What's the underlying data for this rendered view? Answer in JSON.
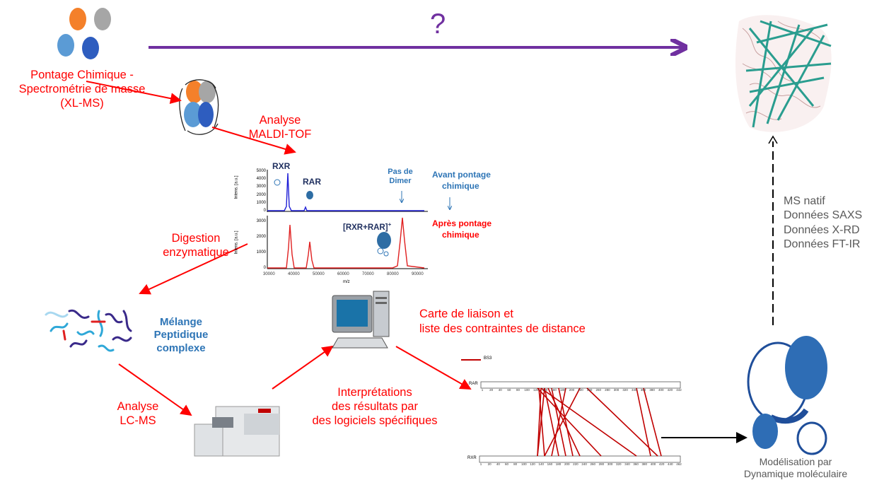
{
  "question_mark": "?",
  "xlms_label": [
    "Pontage Chimique -",
    "Spectrométrie de masse",
    "(XL-MS)"
  ],
  "maldi_label": [
    "Analyse",
    "MALDI-TOF"
  ],
  "digestion_label": [
    "Digestion",
    "enzymatique"
  ],
  "peptide_label": [
    "Mélange",
    "Peptidique",
    "complexe"
  ],
  "lcms_label": [
    "Analyse",
    "LC-MS"
  ],
  "interpretation_label": [
    "Interprétations",
    "des résultats par",
    "des logiciels spécifiques"
  ],
  "crosslink_map_label": [
    "Carte de liaison et",
    "liste des contraintes de distance"
  ],
  "modeling_label": [
    "Modélisation par",
    "Dynamique moléculaire"
  ],
  "complementary_data": [
    "MS natif",
    "Données SAXS",
    "Données X-RD",
    "Données FT-IR"
  ],
  "spectrum": {
    "top_annotations": {
      "rxr": "RXR",
      "rar": "RAR",
      "no_dimer": [
        "Pas de",
        "Dimer"
      ]
    },
    "before_label": [
      "Avant pontage",
      "chimique"
    ],
    "after_label": [
      "Après pontage",
      "chimique"
    ],
    "complex_label": "[RXR+RAR]",
    "complex_sup": "+",
    "ylabel": "Intens. [a.u.]",
    "xlabel": "m/z",
    "top_yticks": [
      "5000",
      "4000",
      "3000",
      "2000",
      "1000",
      "0"
    ],
    "bottom_yticks": [
      "3000",
      "2000",
      "1000",
      "0"
    ],
    "xticks": [
      "30000",
      "40000",
      "50000",
      "60000",
      "70000",
      "80000",
      "90000"
    ]
  },
  "crosslink_map": {
    "legend": "BS3",
    "rar_label": "RAR",
    "rxr_label": "RXR",
    "rar_ticks": [
      "1",
      "20",
      "40",
      "60",
      "80",
      "100",
      "120",
      "140",
      "160",
      "180",
      "200",
      "220",
      "240",
      "260",
      "280",
      "300",
      "320",
      "340",
      "360",
      "380",
      "400",
      "420",
      "442"
    ],
    "rxr_ticks": [
      "1",
      "20",
      "40",
      "60",
      "80",
      "100",
      "120",
      "140",
      "160",
      "180",
      "200",
      "220",
      "240",
      "260",
      "280",
      "300",
      "320",
      "340",
      "360",
      "380",
      "400",
      "420",
      "440",
      "462"
    ]
  },
  "colors": {
    "arrow_purple": "#7030a0",
    "label_red": "#ff0000",
    "label_blue": "#2e75b6",
    "link_red": "#c00000",
    "teal": "#2a9d8f"
  }
}
